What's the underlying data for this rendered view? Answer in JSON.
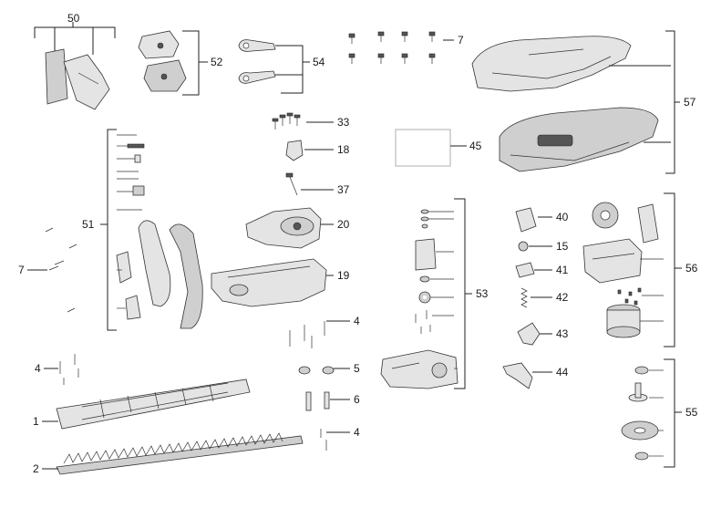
{
  "labels": {
    "p50": "50",
    "p52": "52",
    "p54": "54",
    "p7a": "7",
    "p57": "57",
    "p33": "33",
    "p18": "18",
    "p45": "45",
    "p37": "37",
    "p51": "51",
    "p7b": "7",
    "p20": "20",
    "p40": "40",
    "p15": "15",
    "p41": "41",
    "p42": "42",
    "p43": "43",
    "p56": "56",
    "p19": "19",
    "p53": "53",
    "p4a": "4",
    "p4b": "4",
    "p5": "5",
    "p6": "6",
    "p4c": "4",
    "p44": "44",
    "p55": "55",
    "p1": "1",
    "p2": "2"
  },
  "colors": {
    "line": "#222222",
    "part_fill": "#e4e4e4",
    "part_shade": "#cfcfcf"
  }
}
